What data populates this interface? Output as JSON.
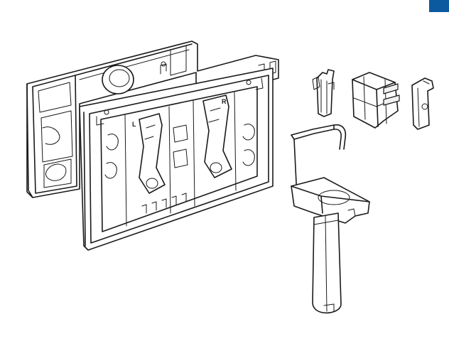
{
  "brand_color": "#0b5aa0",
  "diagram": {
    "labels": {
      "left": "L",
      "right": "R"
    },
    "parts": [
      "frame-assembly",
      "clip-small",
      "bracket-square",
      "clip-hook",
      "lever-tool"
    ]
  }
}
